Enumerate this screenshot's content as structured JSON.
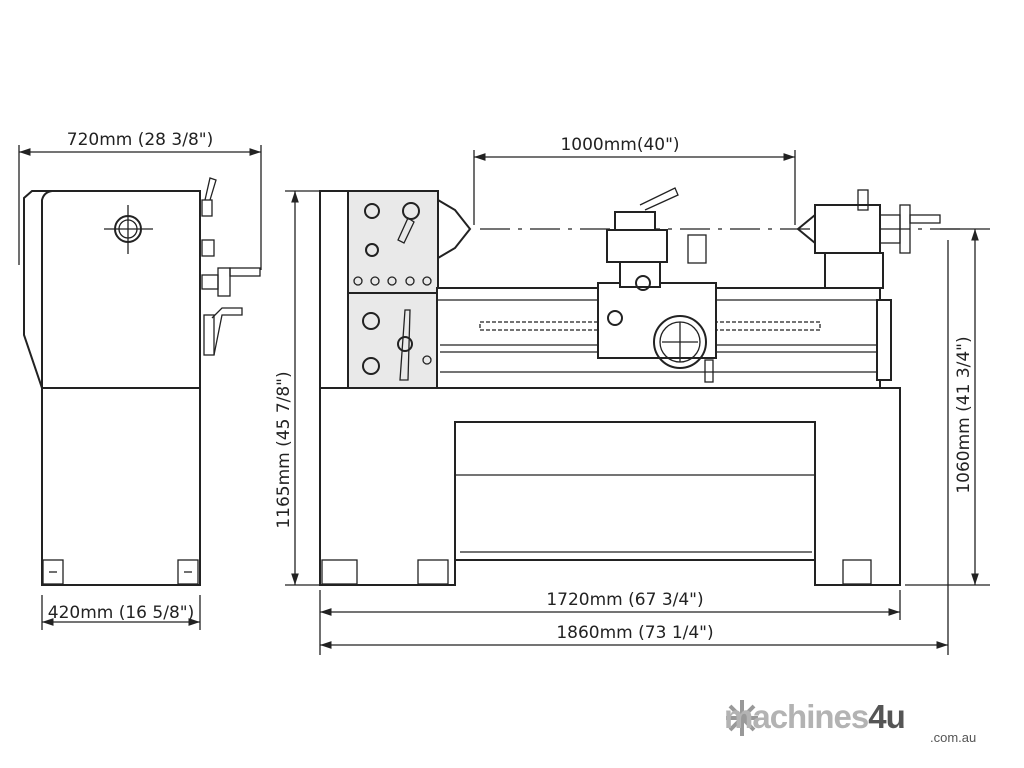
{
  "dimensions": {
    "side_width": "720mm  (28 3/8\")",
    "side_base": "420mm (16 5/8\")",
    "between_centers": "1000mm(40\")",
    "height_total": "1165mm (45 7/8\")",
    "height_center": "1060mm (41 3/4\")",
    "base_length": "1720mm (67  3/4\")",
    "overall_length": "1860mm (73  1/4\")"
  },
  "logo": {
    "text": "machines",
    "accent": "4u",
    "domain": ".com.au"
  }
}
